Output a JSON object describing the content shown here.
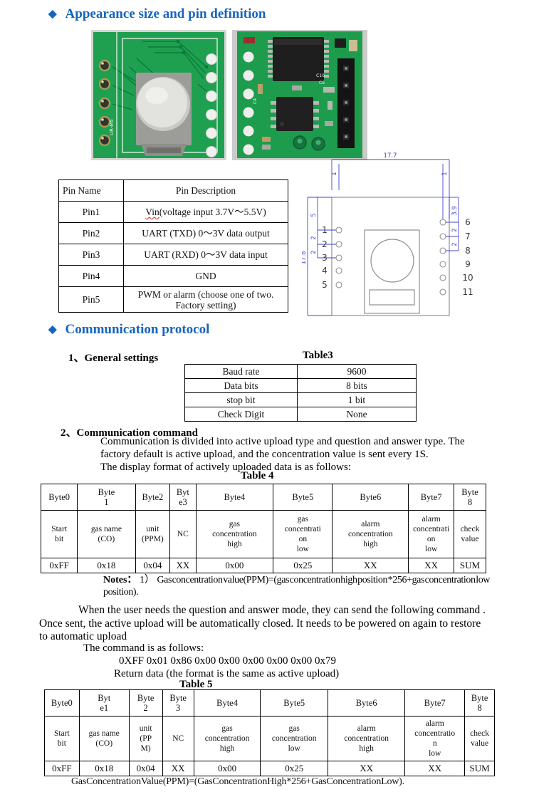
{
  "section1": {
    "bullet": "◆",
    "title": "Appearance size and pin definition"
  },
  "section2": {
    "bullet": "◆",
    "title": "Communication protocol"
  },
  "pin_table": {
    "headers": [
      "Pin Name",
      "Pin Description"
    ],
    "rows": [
      {
        "name": "Pin1",
        "desc_prefix": "Vin",
        "desc_rest": "(voltage input 3.7V～5.5V)"
      },
      {
        "name": "Pin2",
        "desc": "UART (TXD) 0～3V data output"
      },
      {
        "name": "Pin3",
        "desc": "UART (RXD) 0～3V data input"
      },
      {
        "name": "Pin4",
        "desc": "GND"
      },
      {
        "name": "Pin5",
        "desc": "PWM or alarm (choose one of two.\nFactory setting)"
      }
    ]
  },
  "general": {
    "heading": "1、General settings",
    "table_label": "Table3"
  },
  "table3": {
    "rows": [
      {
        "k": "Baud rate",
        "v": "9600"
      },
      {
        "k": "Data bits",
        "v": "8 bits"
      },
      {
        "k": "stop bit",
        "v": "1 bit"
      },
      {
        "k": "Check Digit",
        "v": "None"
      }
    ]
  },
  "command_section": {
    "heading": "2、Communication command",
    "paragraph": "Communication is divided into active upload type and question and answer type. The\nfactory default is active upload, and the concentration value is sent every 1S.\nThe display format of actively uploaded data is as follows:",
    "table4_label": "Table 4"
  },
  "table4": {
    "name": "active-upload-format-table",
    "col_widths": [
      8.2,
      13.0,
      7.8,
      5.8,
      17.4,
      13.3,
      17.1,
      10.2,
      7.2
    ],
    "rows": [
      [
        "Byte0",
        "Byte\n1",
        "Byte2",
        "Byt\ne3",
        "Byte4",
        "Byte5",
        "Byte6",
        "Byte7",
        "Byte\n8"
      ],
      [
        "Start\nbit",
        "gas name\n(CO)",
        "unit\n(PPM)",
        "NC",
        "gas\nconcentration\nhigh",
        "gas\nconcentrati\non\nlow",
        "alarm\nconcentration\nhigh",
        "alarm\nconcentrati\non\nlow",
        "check\nvalue"
      ],
      [
        "0xFF",
        "0x18",
        "0x04",
        "XX",
        "0x00",
        "0x25",
        "XX",
        "XX",
        "SUM"
      ]
    ]
  },
  "notes": {
    "label": "Notes：",
    "num": "1）",
    "text": "Gas concentration value(PPM)=(gas concentration high position *256+gas concentration low\nposition)."
  },
  "qa_section": {
    "paragraph": "When the user needs the question and answer mode, they can send the following command .\nOnce sent, the active upload will be automatically closed. It needs to be powered on again to restore\nto automatic upload",
    "command_intro": "The command is as follows:",
    "command": "0XFF 0x01 0x86 0x00 0x00 0x00 0x00 0x00 0x79",
    "return_note": "Return data (the format is the same as active upload)",
    "table5_label": "Table 5"
  },
  "table5": {
    "name": "return-data-format-table",
    "col_widths": [
      7.7,
      11.1,
      7.4,
      7.0,
      14.8,
      15.0,
      17.1,
      13.3,
      6.6
    ],
    "rows": [
      [
        "Byte0",
        "Byt\ne1",
        "Byte\n2",
        "Byte\n3",
        "Byte4",
        "Byte5",
        "Byte6",
        "Byte7",
        "Byte\n8"
      ],
      [
        "Start\nbit",
        "gas name\n(CO)",
        "unit\n(PP\nM)",
        "NC",
        "gas\nconcentration\nhigh",
        "gas\nconcentration\nlow",
        "alarm\nconcentration\nhigh",
        "alarm\nconcentratio\nn\nlow",
        "check\nvalue"
      ],
      [
        "0xFF",
        "0x18",
        "0x04",
        "XX",
        "0x00",
        "0x25",
        "XX",
        "XX",
        "SUM"
      ]
    ]
  },
  "footer_formula": "GasConcentrationValue(PPM)=(GasConcentrationHigh*256+GasConcentrationLow).",
  "drawing": {
    "dim_top": "17.7",
    "dim_left": "17.8",
    "dim_left_chain": [
      "5",
      "2",
      "2"
    ],
    "dim_right_chain": [
      "3.9",
      "2",
      "2"
    ],
    "dim_corner_left": "1",
    "dim_corner_right": "1",
    "left_pins": [
      "1",
      "2",
      "3",
      "4",
      "5"
    ],
    "right_pins": [
      "6",
      "7",
      "8",
      "9",
      "10",
      "11"
    ],
    "board_label": "UR-M5"
  },
  "colors": {
    "heading_blue": "#1565bd",
    "dimension_blue": "#4343c8",
    "pcb_green": "#1fa050"
  }
}
